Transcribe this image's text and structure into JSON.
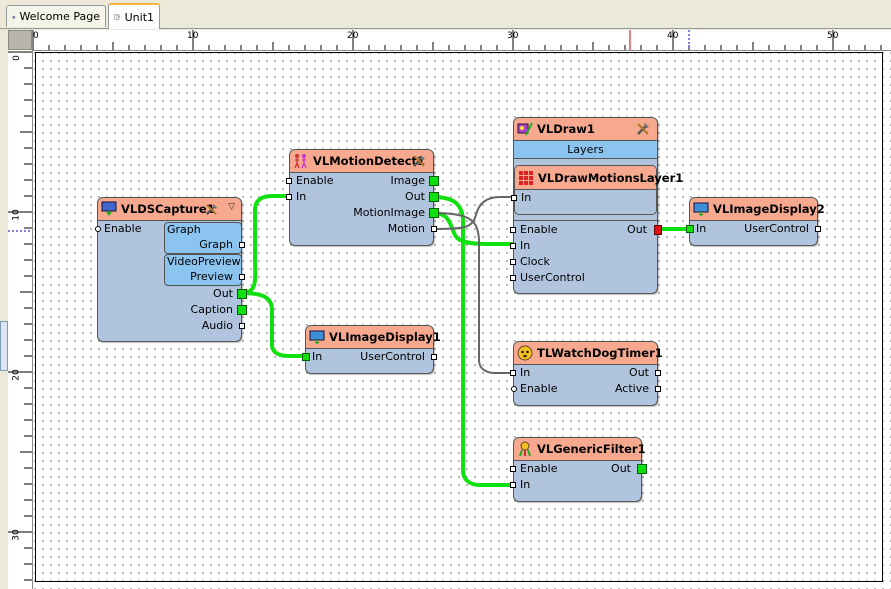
{
  "tabs": [
    {
      "label": "Welcome Page",
      "icon": "home-icon",
      "active": false
    },
    {
      "label": "Unit1",
      "icon": "unit-file-icon",
      "active": true
    }
  ],
  "rulers": {
    "horizontal": [
      "0",
      "10",
      "20",
      "30",
      "40",
      "50"
    ],
    "vertical": [
      "0",
      "10",
      "20",
      "30"
    ]
  },
  "nodes": {
    "capture": {
      "title": "VLDSCapture1",
      "icon": "video-capture-icon",
      "pin_enable": "Enable",
      "sub1_label": "Graph",
      "pin_graph": "Graph",
      "sub2_label": "VideoPreview",
      "pin_preview": "Preview",
      "pin_out": "Out",
      "pin_caption": "Caption",
      "pin_audio": "Audio"
    },
    "motion": {
      "title": "VLMotionDetect1",
      "icon": "motion-detect-icon",
      "pin_enable": "Enable",
      "pin_in": "In",
      "pin_image": "Image",
      "pin_out": "Out",
      "pin_motionimage": "MotionImage",
      "pin_motion": "Motion"
    },
    "display1": {
      "title": "VLImageDisplay1",
      "icon": "image-display-icon",
      "pin_in": "In",
      "pin_usercontrol": "UserControl"
    },
    "draw": {
      "title": "VLDraw1",
      "icon": "draw-icon",
      "layers_label": "Layers",
      "layer_title": "VLDrawMotionsLayer1",
      "layer_icon": "motion-layer-icon",
      "layer_pin_in": "In",
      "pin_enable": "Enable",
      "pin_in": "In",
      "pin_clock": "Clock",
      "pin_usercontrol": "UserControl",
      "pin_out": "Out"
    },
    "display2": {
      "title": "VLImageDisplay2",
      "icon": "image-display-icon",
      "pin_in": "In",
      "pin_usercontrol": "UserControl"
    },
    "watchdog": {
      "title": "TLWatchDogTimer1",
      "icon": "watchdog-icon",
      "pin_in": "In",
      "pin_enable": "Enable",
      "pin_out": "Out",
      "pin_active": "Active"
    },
    "generic": {
      "title": "VLGenericFilter1",
      "icon": "generic-filter-icon",
      "pin_enable": "Enable",
      "pin_in": "In",
      "pin_out": "Out"
    }
  },
  "colors": {
    "node_header": "#f7a98f",
    "node_body": "#b0c4de",
    "sub_panel": "#8cc4f0",
    "wire_active": "#10e010",
    "wire_inactive": "#666666",
    "pin_connected": "#10e010"
  }
}
